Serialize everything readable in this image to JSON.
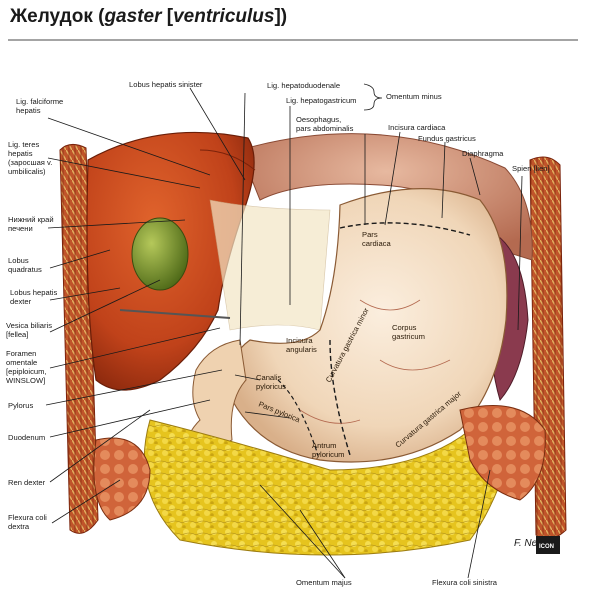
{
  "title": {
    "prefix": "Желудок (",
    "latin": "gaster",
    "bracket_open": " [",
    "latin2": "ventriculus",
    "suffix": "])"
  },
  "labels": {
    "lobus_hepatis_sinister": "Lobus hepatis sinister",
    "lig_hepatoduodenale": "Lig. hepatoduodenale",
    "lig_hepatogastricum": "Lig. hepatogastricum",
    "omentum_minus": "Omentum minus",
    "lig_falciforme": [
      "Lig. falciforme",
      "hepatis"
    ],
    "lig_teres": [
      "Lig. teres",
      "hepatis",
      "(заросшая v.",
      "umbilicalis)"
    ],
    "nizhny_kray": [
      "Нижний край",
      "печени"
    ],
    "lobus_quadratus": [
      "Lobus",
      "quadratus"
    ],
    "lobus_hepatis_dexter": [
      "Lobus hepatis",
      "dexter"
    ],
    "vesica_biliaris": [
      "Vesica biliaris",
      "[fellea]"
    ],
    "foramen_omentale": [
      "Foramen",
      "omentale",
      "[epiploicum,",
      "WINSLOW]"
    ],
    "pylorus": "Pylorus",
    "duodenum": "Duodenum",
    "ren_dexter": "Ren dexter",
    "flexura_coli_dextra": [
      "Flexura coli",
      "dextra"
    ],
    "oesophagus": [
      "Oesophagus,",
      "pars abdominalis"
    ],
    "incisura_cardiaca": "Incisura cardiaca",
    "fundus_gastricus": "Fundus gastricus",
    "diaphragma": "Diaphragma",
    "splen": "Spien [lien]",
    "pars_cardiaca": [
      "Pars",
      "cardiaca"
    ],
    "incisura_angularis": [
      "Incisura",
      "angularis"
    ],
    "curvatura_minor": "Curvatura gastrica minor",
    "corpus_gastricum": [
      "Corpus",
      "gastricum"
    ],
    "canalis_pyloricus": [
      "Canalis",
      "pyloricus"
    ],
    "pars_pylorica": "Pars pylorica",
    "antrum_pyloricum": [
      "Antrum",
      "pyloricum"
    ],
    "curvatura_major": "Curvatura gastrica major",
    "omentum_majus": "Omentum majus",
    "flexura_coli_sinistra": "Flexura coli sinistra",
    "signature": "F. Netter",
    "publisher": "ICON"
  },
  "colors": {
    "liver": "#c0421a",
    "stomach": "#f1dcc4",
    "omentum": "#e8c828",
    "gallbladder": "#7c9a2e",
    "diaphragm": "#c9826a",
    "muscle": "#b8481e",
    "spleen": "#8a3a4e"
  }
}
